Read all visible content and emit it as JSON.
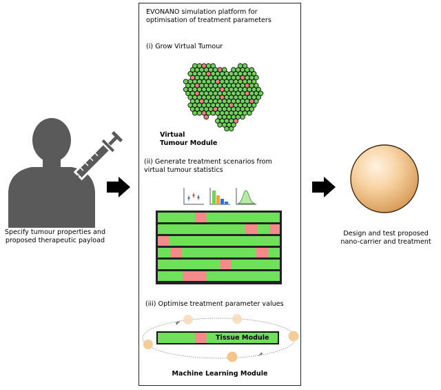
{
  "left": {
    "caption_line1": "Specify tumour properties and",
    "caption_line2": "proposed therapeutic payload"
  },
  "panel": {
    "title_line1": "EVONANO simulation platform for",
    "title_line2": "optimisation of treatment parameters",
    "step1_label": "(i) Grow Virtual Tumour",
    "virtual_module_line1": "Virtual",
    "virtual_module_line2": "Tumour Module",
    "step2_line1": "(ii) Generate treatment scenarios from",
    "step2_line2": "virtual tumour statistics",
    "step3_label": "(iii) Optimise treatment parameter values",
    "tissue_module_label": "Tissue Module",
    "ml_module_label": "Machine Learning Module"
  },
  "right": {
    "caption_line1": "Design and test proposed",
    "caption_line2": "nano-carrier and treatment"
  },
  "colors": {
    "cell_green": "#6fd45b",
    "cell_red": "#f08080",
    "bar_fill": "#6fe05a",
    "bar_highlight": "#f58a8a",
    "nanoparticle": "#f6c98f",
    "person": "#5a5a5a",
    "arrow": "#000000"
  },
  "icons": {
    "person": "person-with-syringe-icon",
    "tumour": "virtual-tumour-cluster-icon",
    "plots": [
      "scatter-errorbar-plot-icon",
      "bar-chart-icon",
      "distribution-curve-icon"
    ],
    "carrier": "nano-carrier-sphere-icon"
  }
}
